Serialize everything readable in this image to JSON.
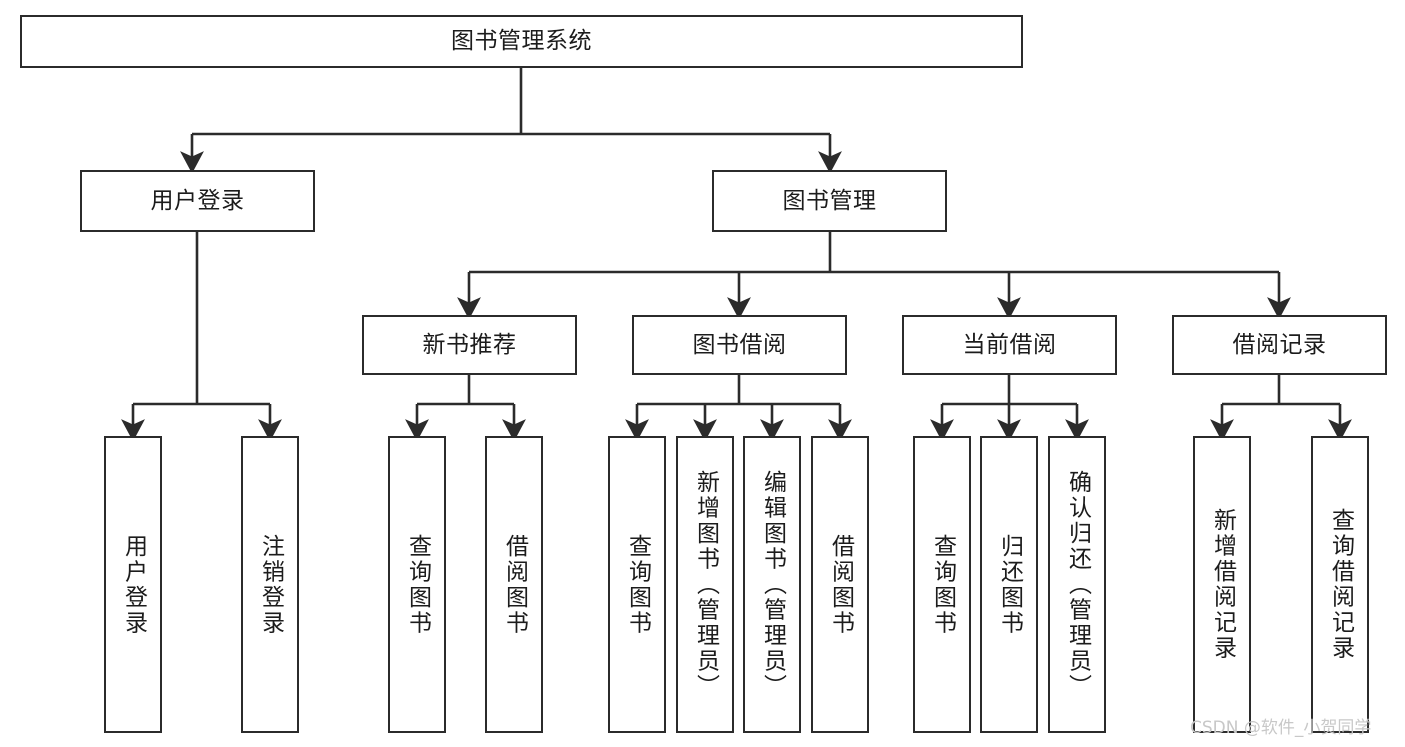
{
  "diagram": {
    "title_node": "图书管理系统",
    "type": "hierarchy-tree",
    "orientation": "top-down",
    "levels": 4,
    "box_border_color": "#2b2b2b",
    "box_fill_color": "#ffffff",
    "edge_color": "#2b2b2b",
    "text_color": "#1c1c1c"
  },
  "watermark": {
    "text": "CSDN @软件_小贺同学",
    "color": "#c8c8c8"
  },
  "nodes": {
    "root": {
      "label": "图书管理系统"
    },
    "level2": [
      {
        "id": "user-login",
        "label": "用户登录"
      },
      {
        "id": "book-management",
        "label": "图书管理"
      }
    ],
    "level3": [
      {
        "id": "new-book-recommend",
        "label": "新书推荐"
      },
      {
        "id": "book-borrow",
        "label": "图书借阅"
      },
      {
        "id": "current-borrow",
        "label": "当前借阅"
      },
      {
        "id": "borrow-record",
        "label": "借阅记录"
      }
    ],
    "leaves": {
      "user_login": [
        {
          "id": "leaf-user-login",
          "label": "用户登录"
        },
        {
          "id": "leaf-logout-login",
          "label": "注销登录"
        }
      ],
      "new_book_recommend": [
        {
          "id": "leaf-query-book-1",
          "label": "查询图书"
        },
        {
          "id": "leaf-borrow-book-1",
          "label": "借阅图书"
        }
      ],
      "book_borrow": [
        {
          "id": "leaf-query-book-2",
          "label": "查询图书"
        },
        {
          "id": "leaf-add-book-admin",
          "label": "新增图书（管理员）"
        },
        {
          "id": "leaf-edit-book-admin",
          "label": "编辑图书（管理员）"
        },
        {
          "id": "leaf-borrow-book-2",
          "label": "借阅图书"
        }
      ],
      "current_borrow": [
        {
          "id": "leaf-query-book-3",
          "label": "查询图书"
        },
        {
          "id": "leaf-return-book",
          "label": "归还图书"
        },
        {
          "id": "leaf-confirm-return-admin",
          "label": "确认归还（管理员）"
        }
      ],
      "borrow_record": [
        {
          "id": "leaf-add-borrow-record",
          "label": "新增借阅记录"
        },
        {
          "id": "leaf-query-borrow-record",
          "label": "查询借阅记录"
        }
      ]
    }
  }
}
